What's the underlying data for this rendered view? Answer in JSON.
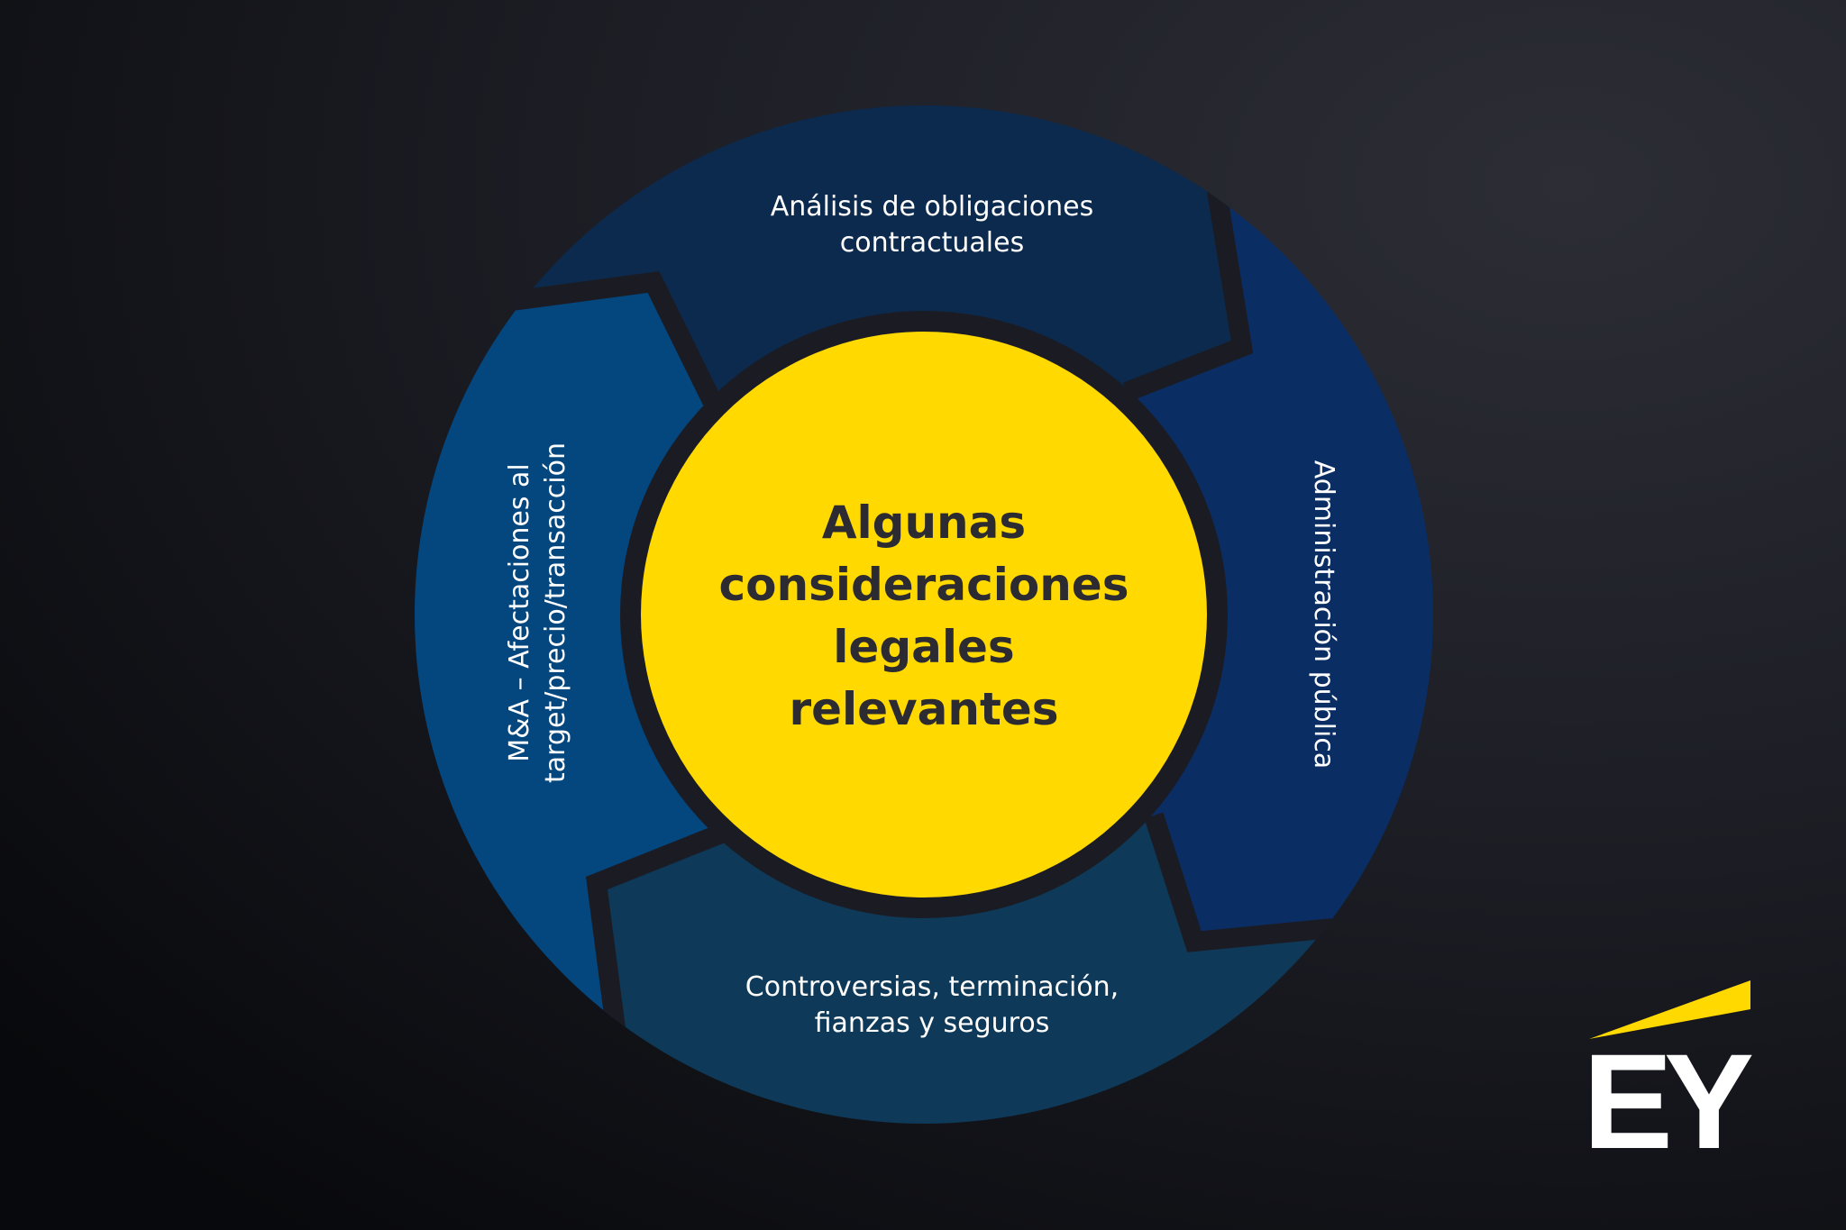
{
  "center": {
    "title_lines": [
      "Algunas",
      "consideraciones",
      "legales",
      "relevantes"
    ]
  },
  "segments": {
    "top": {
      "lines": [
        "Análisis de obligaciones",
        "contractuales"
      ]
    },
    "right": {
      "lines": [
        "Administración pública"
      ]
    },
    "bottom": {
      "lines": [
        "Controversias, terminación,",
        "fianzas y seguros"
      ]
    },
    "left": {
      "lines": [
        "M&A – Afectaciones al",
        "target/precio/transacción"
      ]
    }
  },
  "logo": {
    "text": "EY"
  },
  "colors": {
    "yellow": "#ffd900",
    "top": "#0b2a4e",
    "right": "#0a2d64",
    "bottom": "#0e3958",
    "left": "#04467e",
    "gap": "#1b1c23"
  }
}
